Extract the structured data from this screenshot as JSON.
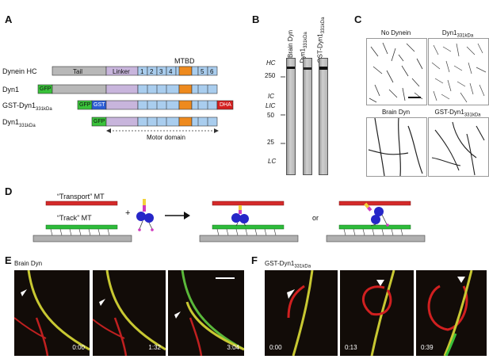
{
  "panels": {
    "A": "A",
    "B": "B",
    "C": "C",
    "D": "D",
    "E": "E",
    "F": "F"
  },
  "panel_a": {
    "mtbd_label": "MTBD",
    "rows": [
      {
        "name": "Dynein HC"
      },
      {
        "name": "Dyn1"
      },
      {
        "name": "GST-Dyn1",
        "sub": "331kDa"
      },
      {
        "name": "Dyn1",
        "sub": "331kDa"
      }
    ],
    "tail_label": "Tail",
    "linker_label": "Linker",
    "aaa": [
      "1",
      "2",
      "3",
      "4",
      "5",
      "6"
    ],
    "gfp": "GFP",
    "gst": "GST",
    "tag": "DHA",
    "motor_domain": "Motor domain",
    "colors": {
      "tail": "#b8b8b8",
      "linker": "#c8b5dc",
      "aaa": "#a9cdee",
      "mtbd": "#ee8a1e",
      "gfp": "#39c23a",
      "gst": "#2b5cd6",
      "tag": "#d41f1f"
    }
  },
  "panel_b": {
    "lanes": [
      {
        "name": "Brain Dyn"
      },
      {
        "name": "Dyn1",
        "sub": "331kDa"
      },
      {
        "name": "GST-Dyn1",
        "sub": "331kDa"
      }
    ],
    "markers": [
      "HC",
      "250",
      "IC",
      "LIC",
      "50",
      "25",
      "LC"
    ]
  },
  "panel_c": {
    "tiles": [
      {
        "title": "No Dynein"
      },
      {
        "title": "Dyn1",
        "sub": "331kDa"
      },
      {
        "title": "Brain Dyn"
      },
      {
        "title": "GST-Dyn1",
        "sub": "331kDa"
      }
    ]
  },
  "panel_d": {
    "transport_mt": "“Transport” MT",
    "track_mt": "“Track” MT",
    "plus": "+",
    "or": "or"
  },
  "panel_e": {
    "title": "Brain Dyn",
    "times": [
      "0:00",
      "1:32",
      "3:04"
    ]
  },
  "panel_f": {
    "title": "GST-Dyn1",
    "sub": "331kDa",
    "times": [
      "0:00",
      "0:13",
      "0:39"
    ]
  }
}
